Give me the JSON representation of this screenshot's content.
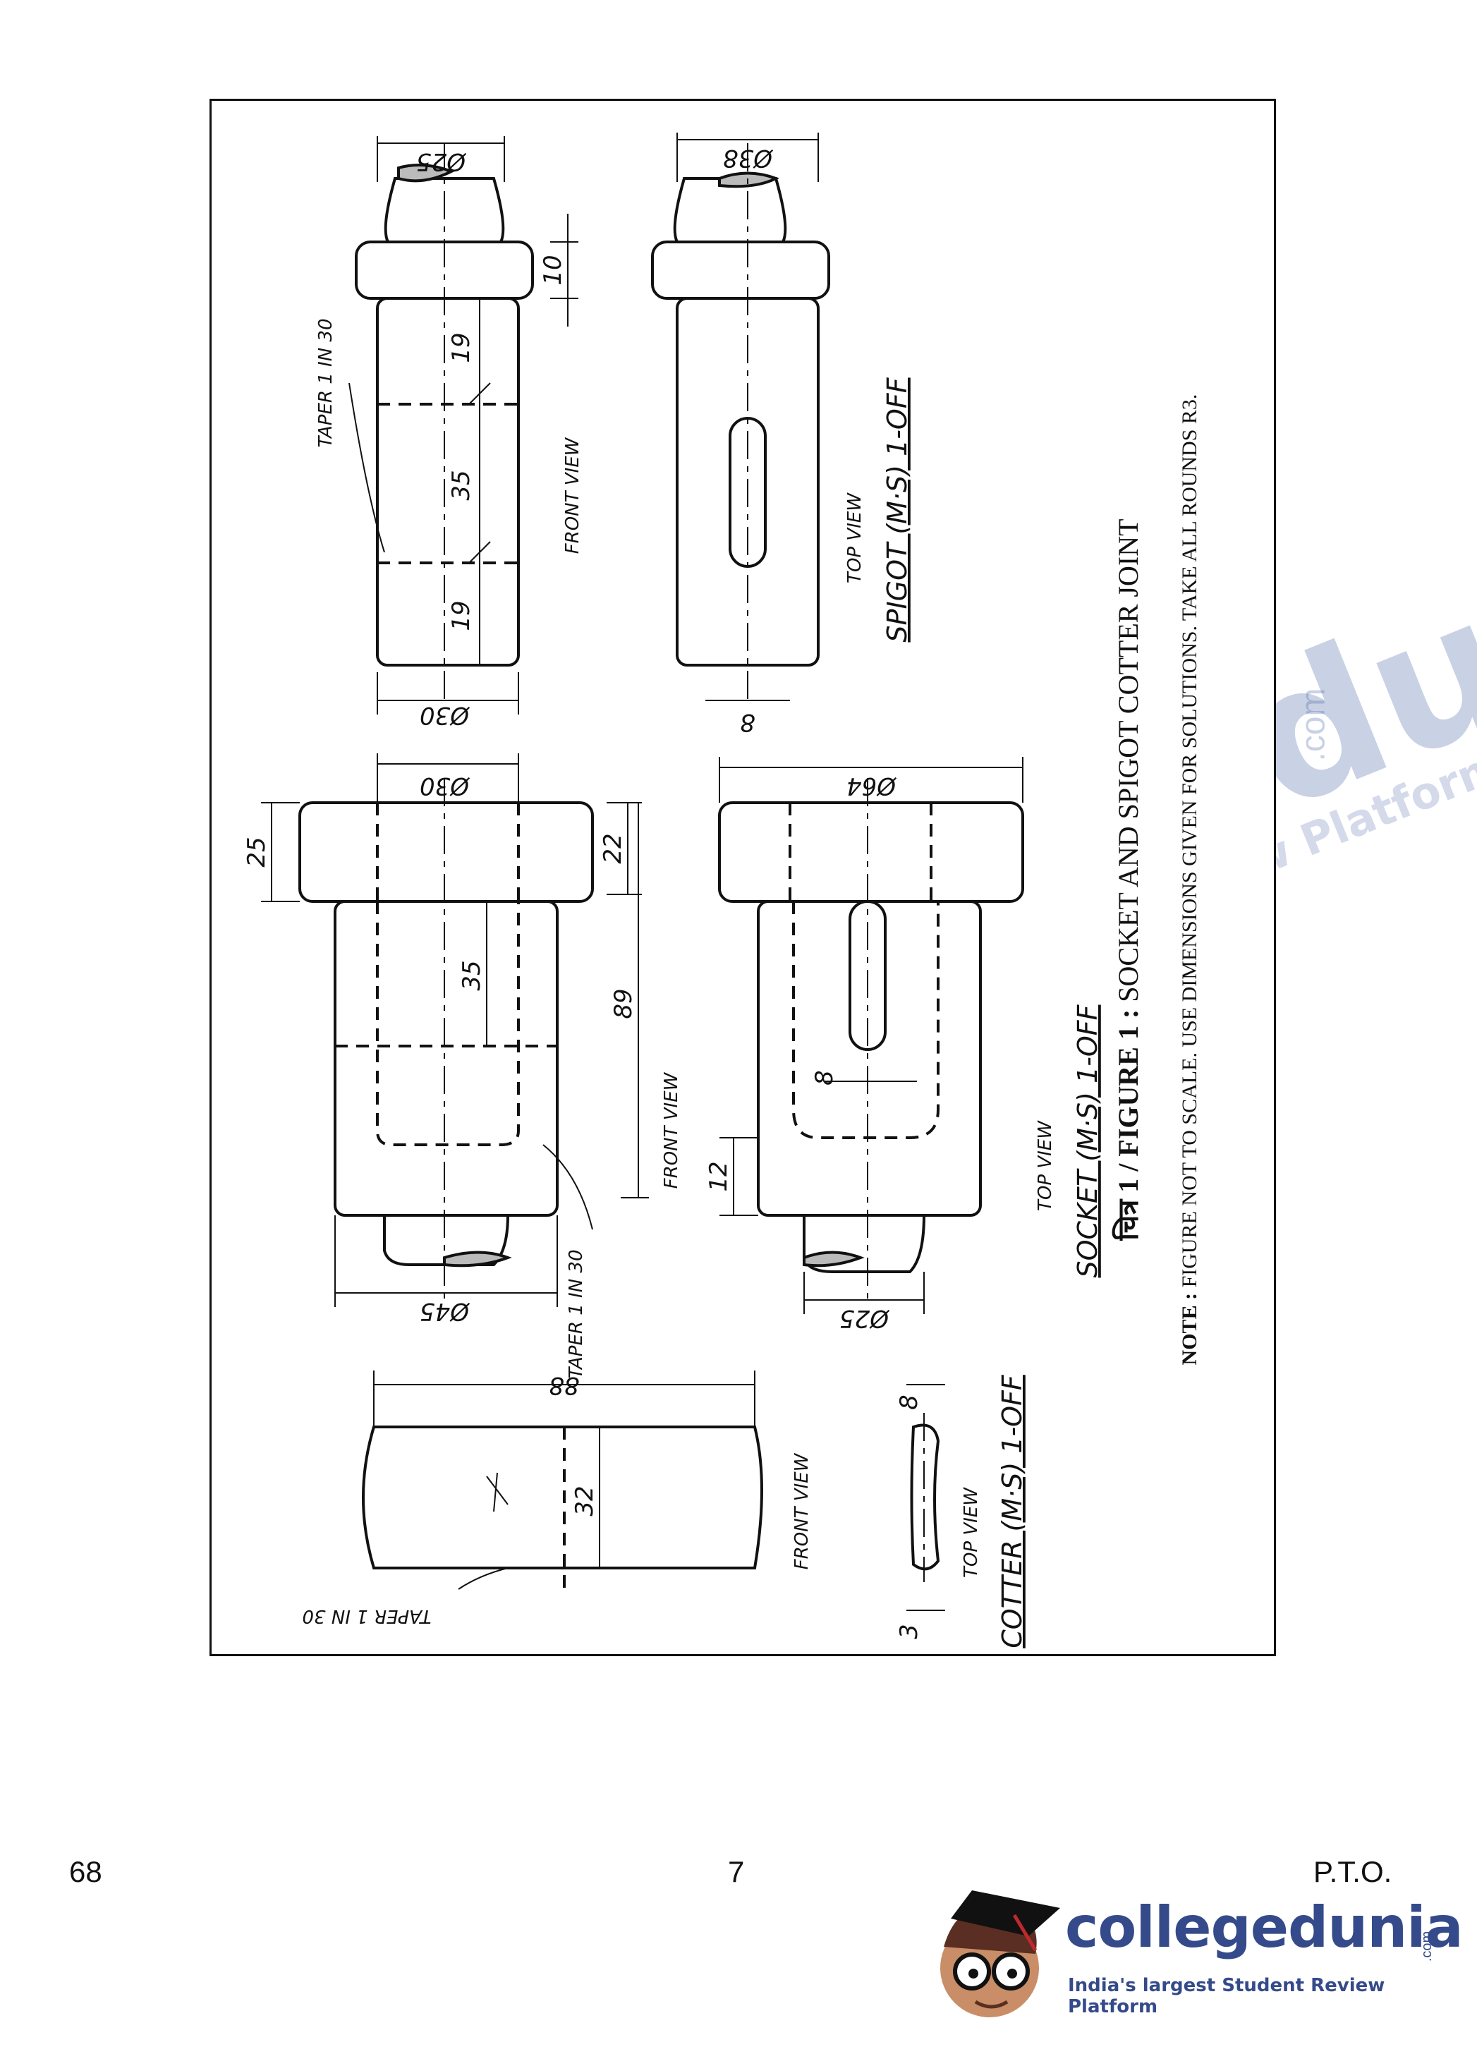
{
  "drawing": {
    "spigot": {
      "view_front": "FRONT VIEW",
      "view_top": "TOP VIEW",
      "title": "SPIGOT (M·S) 1-OFF",
      "taper": "TAPER 1 IN 30",
      "dims": [
        "Ø25",
        "Ø38",
        "10",
        "19",
        "35",
        "19",
        "Ø30",
        "8"
      ]
    },
    "socket": {
      "view_front": "FRONT VIEW",
      "view_top": "TOP VIEW",
      "title": "SOCKET (M·S) 1-OFF",
      "taper": "TAPER 1 IN 30",
      "dims": [
        "Ø30",
        "25",
        "22",
        "35",
        "89",
        "Ø45",
        "Ø64",
        "8",
        "12",
        "Ø25"
      ]
    },
    "cotter": {
      "view_front": "FRONT VIEW",
      "view_top": "TOP VIEW",
      "title": "COTTER (M·S) 1-OFF",
      "taper": "TAPER 1 IN 30",
      "dims": [
        "88",
        "32",
        "8",
        "3"
      ]
    }
  },
  "caption": {
    "prefix_hindi": "चित्र",
    "label": "1 / FIGURE 1 :",
    "title": "SOCKET AND SPIGOT COTTER JOINT",
    "note_label": "NOTE :",
    "note_text": "FIGURE NOT TO SCALE. USE DIMENSIONS GIVEN FOR SOLUTIONS. TAKE ALL ROUNDS R3."
  },
  "footer": {
    "left": "68",
    "center": "7",
    "right": "P.T.O."
  },
  "brand": {
    "name": "collegedunia",
    "com": ".com",
    "tagline": "India's largest Student Review Platform"
  },
  "watermark": {
    "name": "collegedunia",
    "com": ".com",
    "tagline": "India's largest Student Review Platform"
  }
}
